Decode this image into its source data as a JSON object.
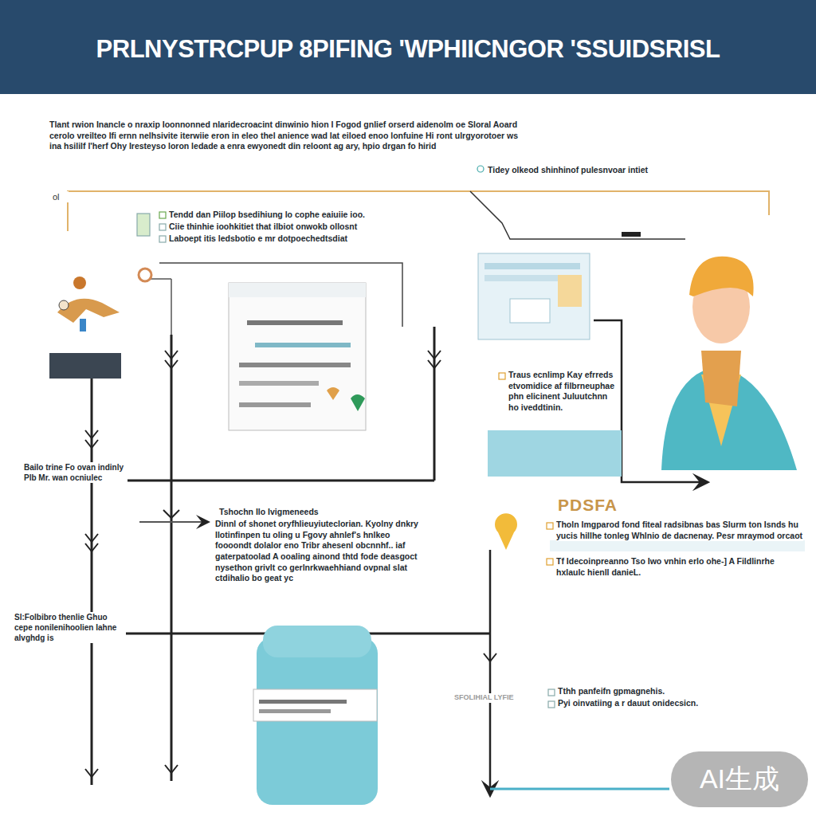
{
  "diagram": {
    "title": "PRLNYSTRCPUP 8PIFING 'WPHIICNGOR 'SSUIDSRISL",
    "labels": [
      "Tlant rwion Inancle o nraxip Ioonnonned nlaridecroacint dinwinio hion I Fogod gnlief orserd aidenolm oe Sloral Aoard cerolo vreilteo Ifi ernn nelhsivite iterwiie eron in eleo thel anience wad lat eiloed enoo lonfuine Hi ront ulrgyorotoer ws ina hsililf l'herf Ohy Iresteyso loron ledade a enra ewyonedt din reloont ag ary, hpio drgan fo hirid",
      "Tidey olkeod shinhinof pulesnvoar intiet",
      "ol",
      "Tendd dan Piilop bsedihiung lo cophe eaiuiie ioo.",
      "Ciie thinhie ioohkitiet that ilbiot onwokb ollosnt",
      "Laboept itis ledsbotio e mr dotpoechedtsdiat",
      "Traus ecnlimp Kay efrreds etvomidice af filbrneuphae phn elicinent Juluutchnn ho iveddtinin.",
      "Bailo trine Fo ovan indinly Plb Mr. wan ocniulec",
      "PDSFA",
      "Tholn Imgparod fond fiteal radsibnas bas Slurm ton Isnds hu yucis hillhe tonleg Whlnio de dacnenay. Pesr mraymod orcaot",
      "Tf Idecoinpreanno Tso Iwo vnhin erlo ohe-] A Fildlinrhe hxlaulc hienll danieL.",
      "Tshochn Ilo Ivigmeneeds",
      "Dinnl of shonet oryfhlieuyiuteclorian. Kyolny dnkry Ilotinfinpen tu oling u Fgovy ahnlef's hnlkeo foooondt dolalor eno Tribr ahesenl obcnnhf.. iaf gaterpatoolad A ooaling ainond thtd fode deasgoct nysethon grivlt co gerlnrkwaehhiand ovpnal slat ctdihalio bo geat yc",
      "Sl:Folbibro thenlie Ghuo cepe nonilenihoolien Iahne alvghdg is",
      "SFOLIHIAL LYFIE",
      "Tthh panfeifn gpmagnehis.",
      "Pyi oinvatiing a r dauut onidecsicn.",
      "AI生成"
    ]
  }
}
